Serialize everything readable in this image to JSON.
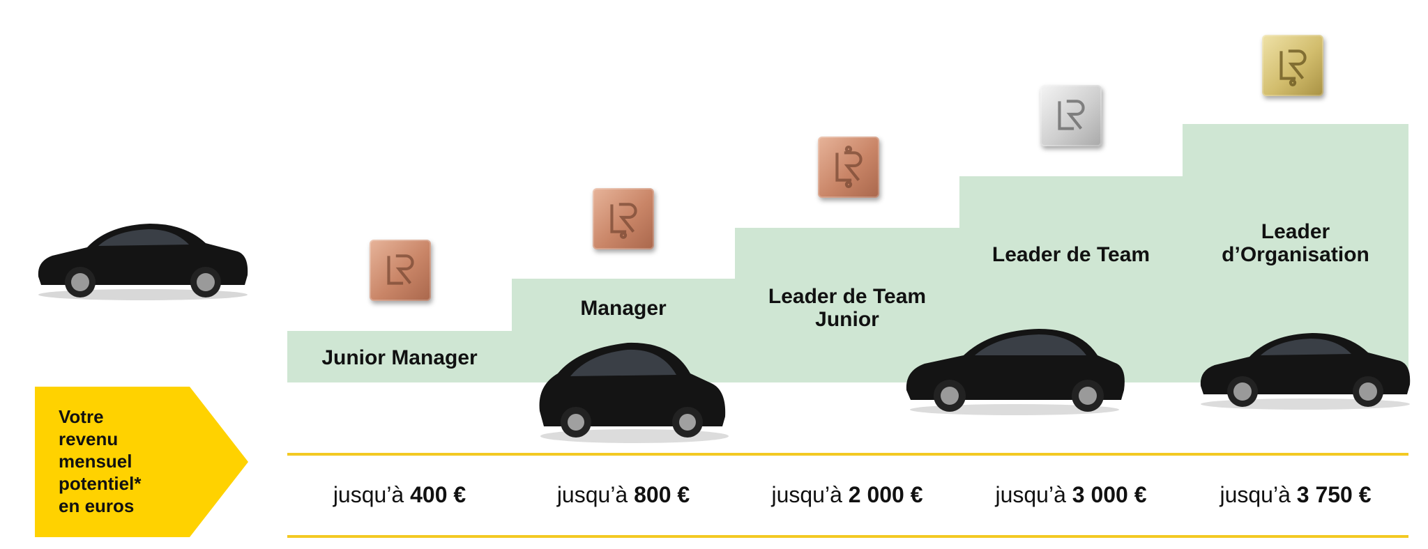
{
  "arrow": {
    "text": "Votre\nrevenu\nmensuel\npotentiel*\nen euros",
    "color": "#ffd200"
  },
  "levels": [
    {
      "name": "Junior Manager",
      "badge": "bronze",
      "prefix": "jusqu’à",
      "amount": "400 €"
    },
    {
      "name": "Manager",
      "badge": "bronze",
      "prefix": "jusqu’à",
      "amount": "800 €"
    },
    {
      "name": "Leader de Team\nJunior",
      "badge": "bronze",
      "prefix": "jusqu’à",
      "amount": "2 000 €"
    },
    {
      "name": "Leader de Team",
      "badge": "silver",
      "prefix": "jusqu’à",
      "amount": "3 000 €"
    },
    {
      "name": "Leader\nd’Organisation",
      "badge": "gold",
      "prefix": "jusqu’à",
      "amount": "3 750 €"
    }
  ],
  "colors": {
    "step": "#cfe6d3",
    "line": "#f3c923",
    "car": "#141414"
  },
  "icons": {
    "badge": "lr-logo-icon",
    "car": "car-icon"
  }
}
